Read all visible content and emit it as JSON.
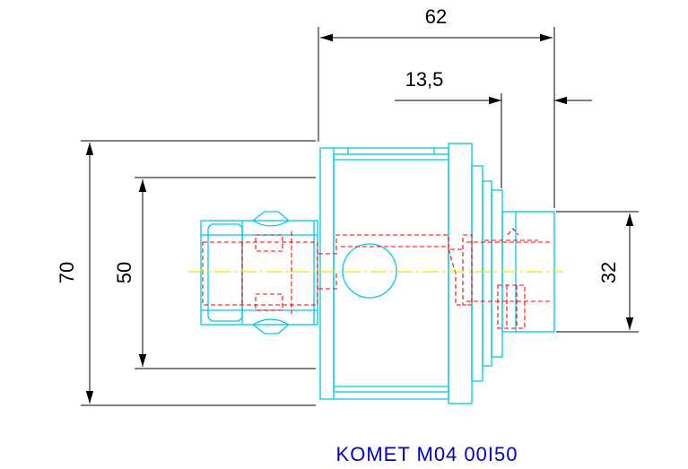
{
  "drawing": {
    "caption": "KOMET M04 00I50",
    "dimensions": {
      "overall_length": "62",
      "shank_offset": "13,5",
      "outer_diameter": "70",
      "flange_diameter": "50",
      "shank_diameter": "32"
    }
  },
  "colors": {
    "outline": "#00c8e6",
    "hidden": "#ff0000",
    "centerline": "#e6e600",
    "dimension": "#000000",
    "caption": "#0000cc"
  }
}
